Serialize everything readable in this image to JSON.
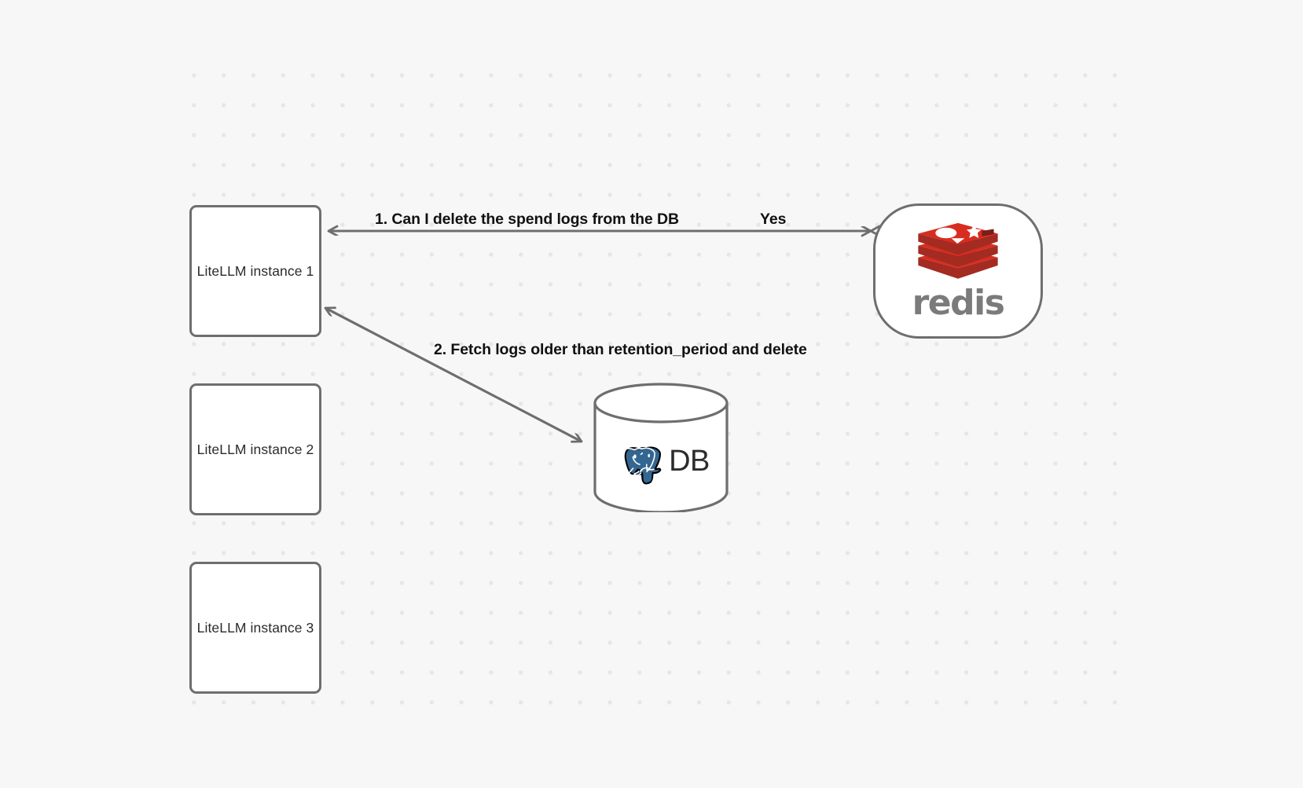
{
  "canvas": {
    "background_color": "#f7f7f7",
    "grid_dot_color": "#e6e6e6"
  },
  "nodes": [
    {
      "id": "litellm-1",
      "label": "LiteLLM instance 1",
      "type": "box"
    },
    {
      "id": "litellm-2",
      "label": "LiteLLM instance 2",
      "type": "box"
    },
    {
      "id": "litellm-3",
      "label": "LiteLLM instance 3",
      "type": "box"
    },
    {
      "id": "redis",
      "label": "redis",
      "type": "service",
      "brand_color": "#d82c20",
      "wordmark_color": "#7b7b7b"
    },
    {
      "id": "postgres-db",
      "label": "DB",
      "type": "database",
      "brand_color": "#336791"
    }
  ],
  "edges": [
    {
      "id": "edge-1",
      "from": "litellm-1",
      "to": "redis",
      "label": "1.  Can I delete the spend logs from the DB",
      "reply_label": "Yes",
      "direction": "bidirectional",
      "stroke_color": "#6e6e6e"
    },
    {
      "id": "edge-2",
      "from": "litellm-1",
      "to": "postgres-db",
      "label": "2.  Fetch logs older than retention_period and delete",
      "direction": "bidirectional",
      "stroke_color": "#6e6e6e"
    }
  ]
}
